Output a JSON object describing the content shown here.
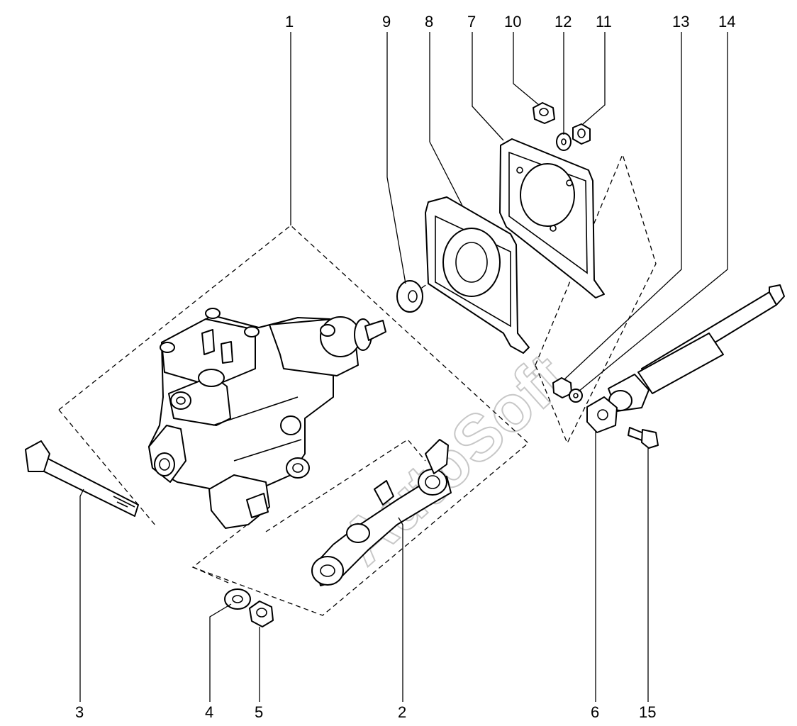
{
  "callouts": [
    {
      "id": "1",
      "text": "1"
    },
    {
      "id": "9",
      "text": "9"
    },
    {
      "id": "8",
      "text": "8"
    },
    {
      "id": "7",
      "text": "7"
    },
    {
      "id": "10",
      "text": "10"
    },
    {
      "id": "12",
      "text": "12"
    },
    {
      "id": "11",
      "text": "11"
    },
    {
      "id": "13",
      "text": "13"
    },
    {
      "id": "14",
      "text": "14"
    },
    {
      "id": "3",
      "text": "3"
    },
    {
      "id": "4",
      "text": "4"
    },
    {
      "id": "5",
      "text": "5"
    },
    {
      "id": "2",
      "text": "2"
    },
    {
      "id": "6",
      "text": "6"
    },
    {
      "id": "15",
      "text": "15"
    }
  ],
  "watermark": "AutoSoft"
}
